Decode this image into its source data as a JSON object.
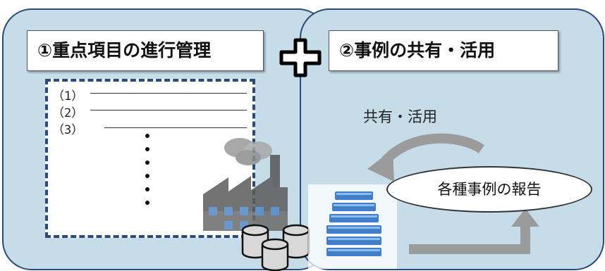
{
  "left_panel": {
    "title": "①重点項目の進行管理",
    "items": [
      "（1）",
      "（2）",
      "（3）"
    ]
  },
  "right_panel": {
    "title": "②事例の共有・活用",
    "share_label": "共有・活用",
    "report_label": "各種事例の報告"
  },
  "colors": {
    "panel_fill": "#c6dde9",
    "panel_border": "#2c4a78",
    "plus": "#000000",
    "arrow": "#9b9b9b"
  }
}
